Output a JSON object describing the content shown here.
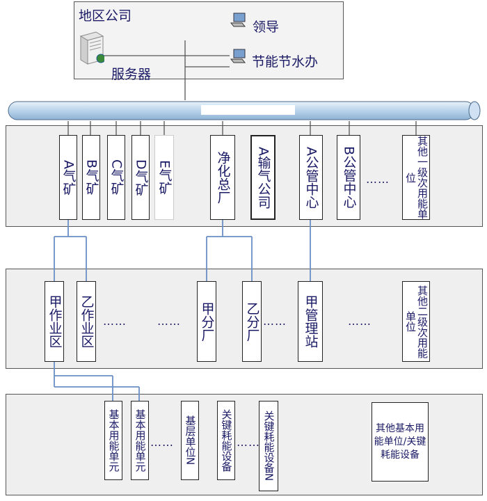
{
  "top": {
    "company": "地区公司",
    "server": "服务器",
    "leader": "领导",
    "office": "节能节水办"
  },
  "row1": {
    "mines": [
      "A气矿",
      "B气矿",
      "C气矿",
      "D气矿",
      "E气矿"
    ],
    "purify": "净化总厂",
    "transport": "A输气公司",
    "center_a": "A公管中心",
    "center_b": "B公管中心",
    "dots": "……",
    "other": "其他一级次用能单位"
  },
  "row2": {
    "zone_jia": "甲作业区",
    "zone_yi": "乙作业区",
    "dots1": "……",
    "dots2": "……",
    "fen_jia": "甲分厂",
    "fen_yi": "乙分厂",
    "dots3": "……",
    "station": "甲管理站",
    "dots4": "……",
    "other": "其他二级次用能单位"
  },
  "row3": {
    "unit1": "基本用能单元",
    "unit2": "基本用能单元",
    "dots1": "……",
    "base": "基层单位N",
    "equip1": "关键耗能设备",
    "dots2": "……",
    "equip2": "关键耗能设备N",
    "other": "其他基本用能单位/关键耗能设备"
  },
  "colors": {
    "line": "#6a8fc4",
    "pipe": "#b9d3ea",
    "text": "#1a1a66"
  }
}
